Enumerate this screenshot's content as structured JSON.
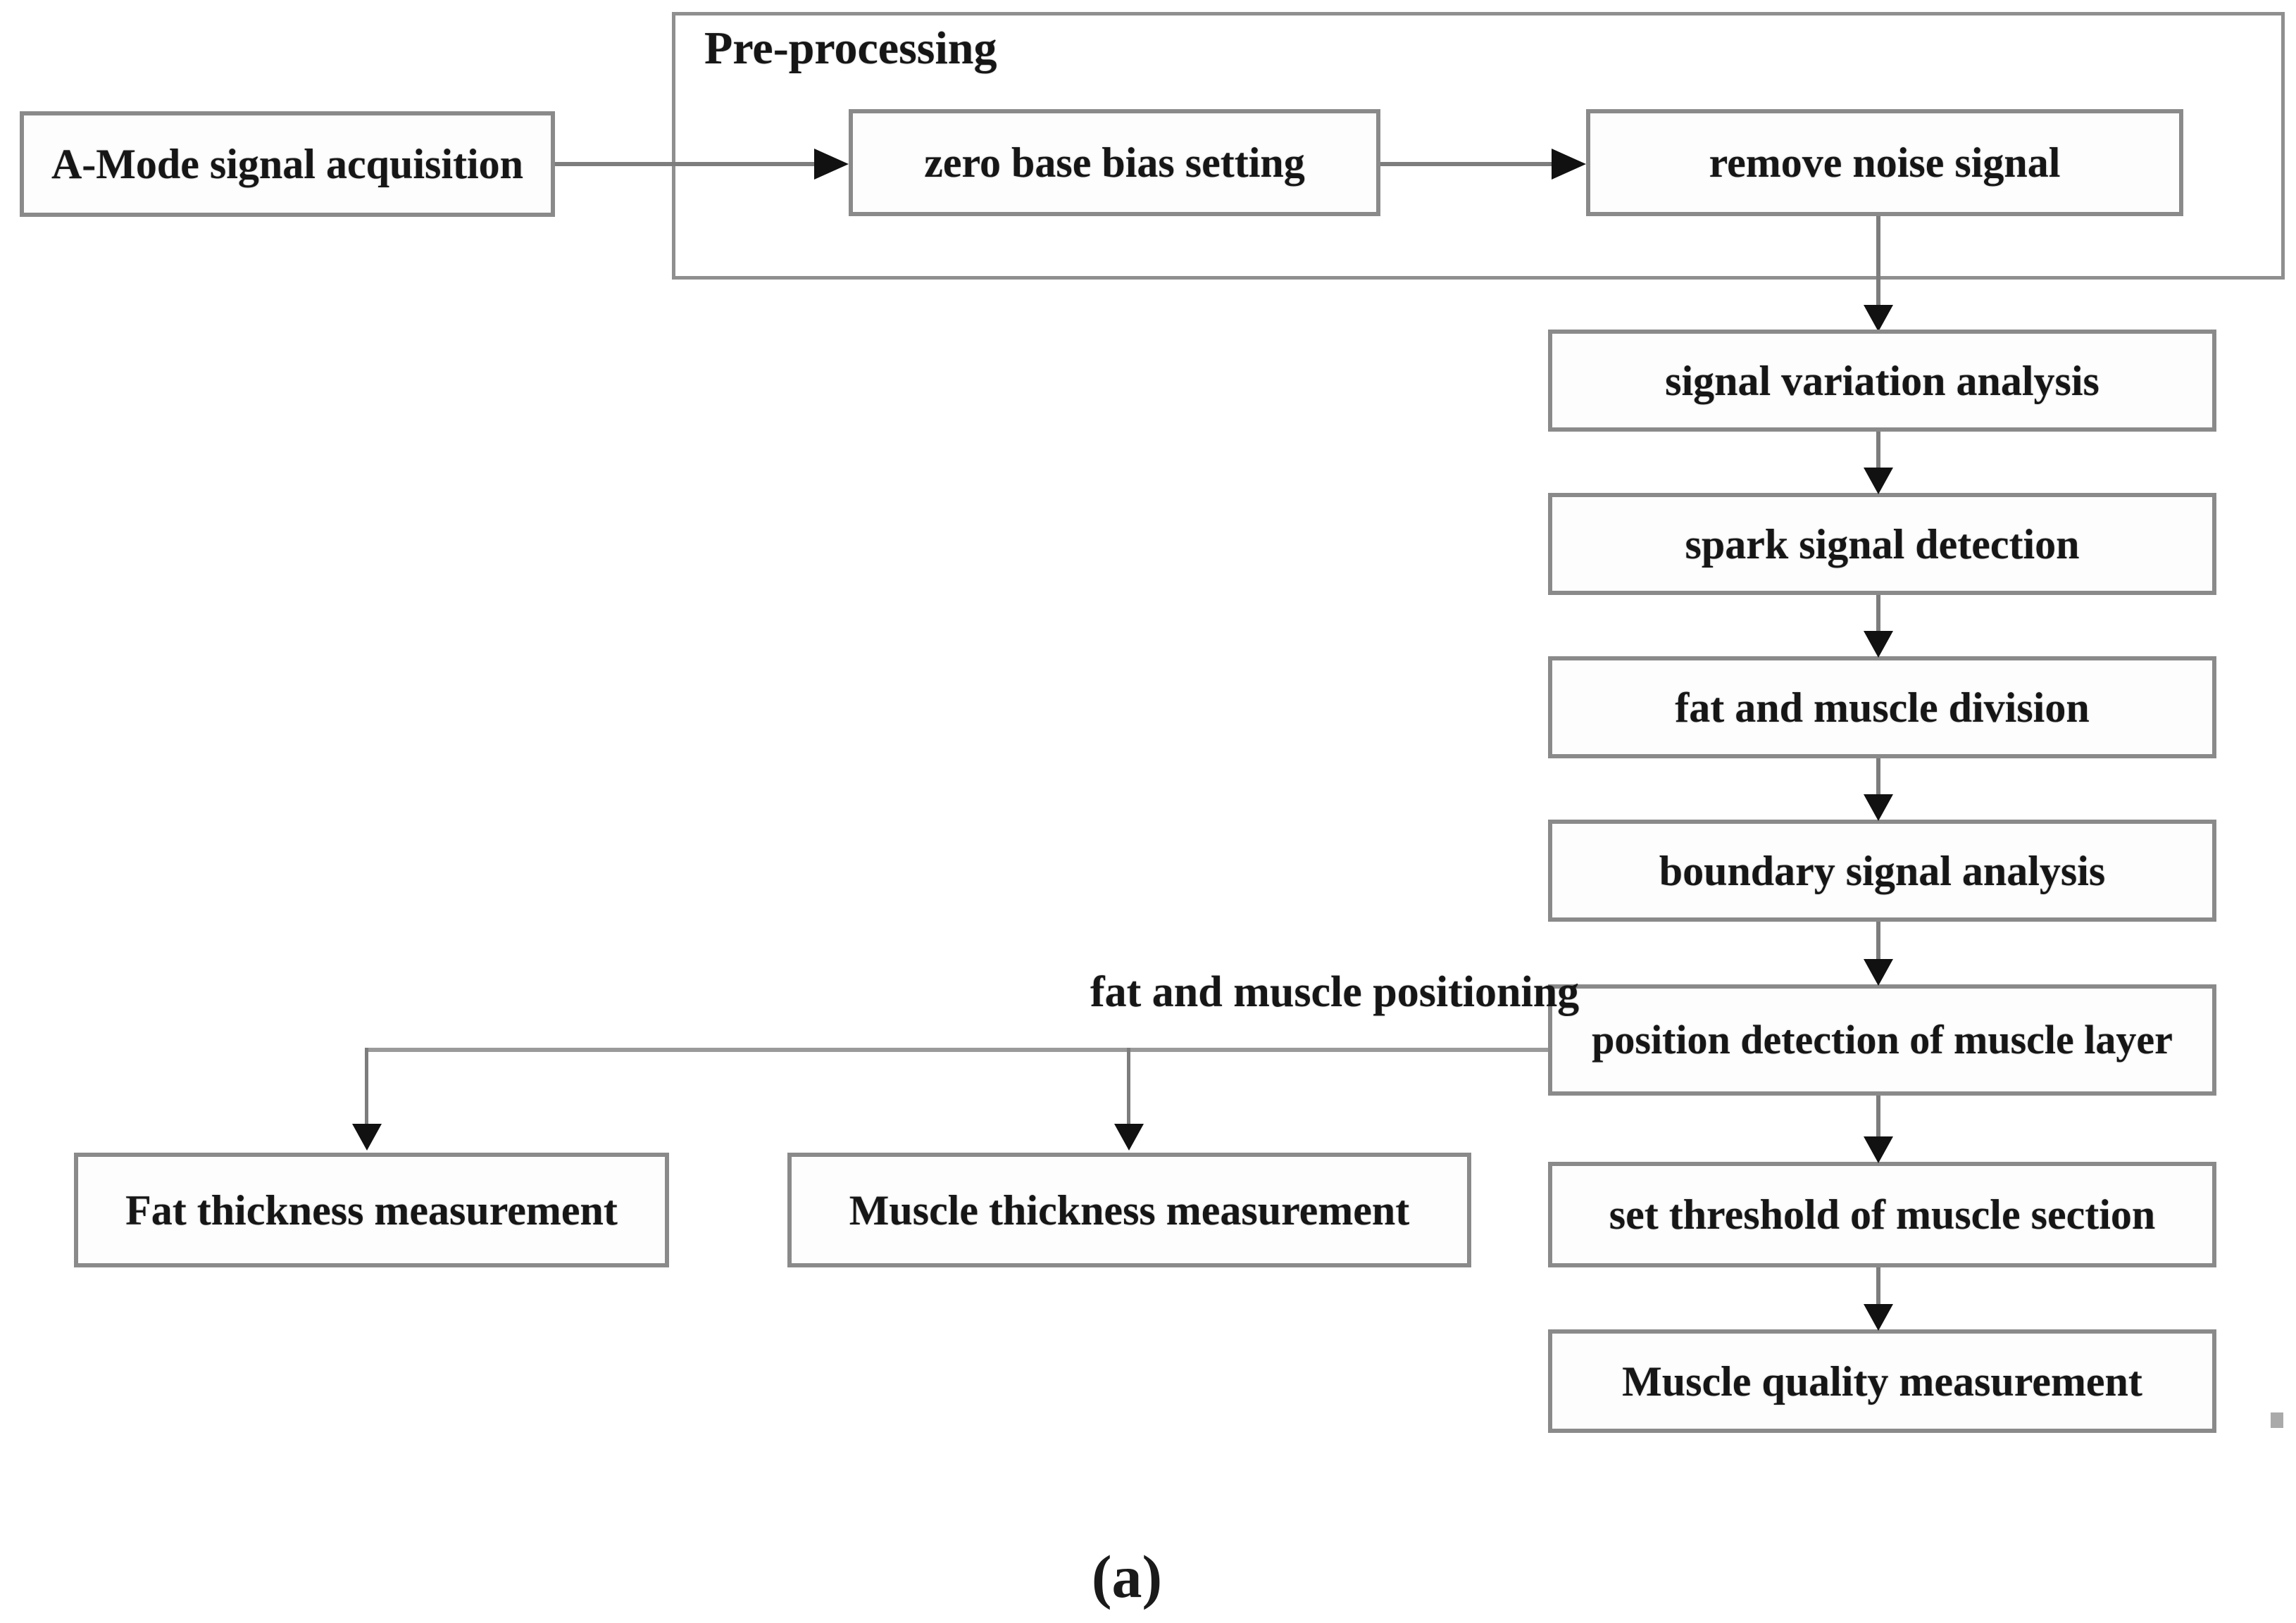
{
  "diagram": {
    "caption": "(a)",
    "group_label": "Pre-processing",
    "branch_label": "fat and muscle positioning",
    "nodes": {
      "amode": "A-Mode signal acquisition",
      "zero_base": "zero base bias setting",
      "remove_noise": "remove noise signal",
      "signal_variation": "signal variation analysis",
      "spark_detection": "spark signal detection",
      "fat_muscle_division": "fat and muscle division",
      "boundary_analysis": "boundary signal analysis",
      "position_detection": "position detection of muscle layer",
      "set_threshold": "set threshold of muscle section",
      "muscle_quality": "Muscle quality measurement",
      "fat_thickness": "Fat thickness measurement",
      "muscle_thickness": "Muscle thickness measurement"
    },
    "colors": {
      "box_border": "#8a8a8a",
      "group_border": "#8f8f8f",
      "line": "#7d7d7d",
      "branch_line": "#9a9a9a",
      "arrowhead": "#111111",
      "text": "#161616",
      "fill": "#fdfdfd",
      "background": "#ffffff"
    }
  }
}
